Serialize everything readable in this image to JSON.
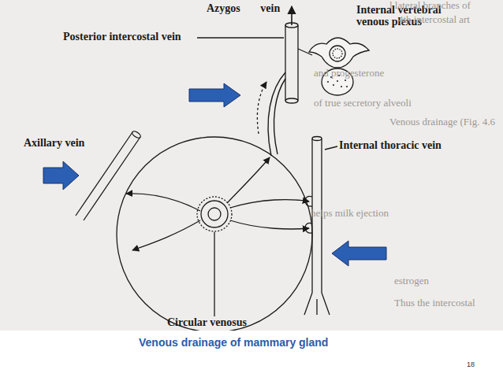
{
  "diagram": {
    "caption": "Venous drainage of mammary gland",
    "labels": [
      "Azygos vein",
      "Internal vertebral venous plexus",
      "Posterior intercostal vein",
      "Axillary vein",
      "Internal thoracic vein",
      "Circular venosus",
      "l lateral branches of",
      "4th intercostal art",
      "and progesterone",
      "of true secretory alveoli",
      "Venous drainage (Fig. 4.6",
      "helps milk ejection",
      "estrogen",
      "Thus the intercostal",
      "18"
    ]
  }
}
